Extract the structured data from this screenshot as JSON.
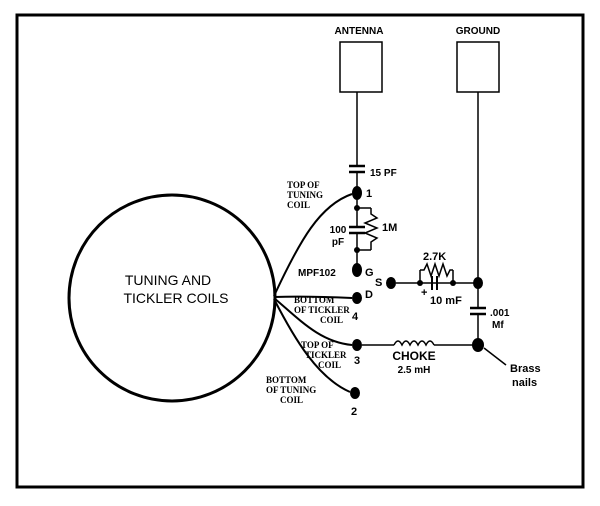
{
  "labels": {
    "antenna": "ANTENNA",
    "ground": "GROUND",
    "cap_15pf": "15 PF",
    "pin1": "1",
    "top_tuning_1": "TOP OF",
    "top_tuning_2": "TUNING",
    "top_tuning_3": "COIL",
    "cap_100pf_1": "100",
    "cap_100pf_2": "pF",
    "res_1m": "1M",
    "res_2_7k": "2.7K",
    "mpf102": "MPF102",
    "pin_g": "G",
    "pin_s": "S",
    "pin_d": "D",
    "cap_10mf": "10 mF",
    "cap_plus": "+",
    "cap_001_1": ".001",
    "cap_001_2": "Mf",
    "bottom_tickler_1": "BOTTOM",
    "bottom_tickler_2": "OF TICKLER",
    "bottom_tickler_3": "COIL",
    "pin4": "4",
    "top_tickler_1": "TOP OF",
    "top_tickler_2": "TICKLER",
    "top_tickler_3": "COIL",
    "pin3": "3",
    "choke_1": "CHOKE",
    "choke_2": "2.5 mH",
    "brass_1": "Brass",
    "brass_2": "nails",
    "bottom_tuning_1": "BOTTOM",
    "bottom_tuning_2": "OF TUNING",
    "bottom_tuning_3": "COIL",
    "pin2": "2",
    "coils_1": "TUNING AND",
    "coils_2": "TICKLER COILS"
  }
}
